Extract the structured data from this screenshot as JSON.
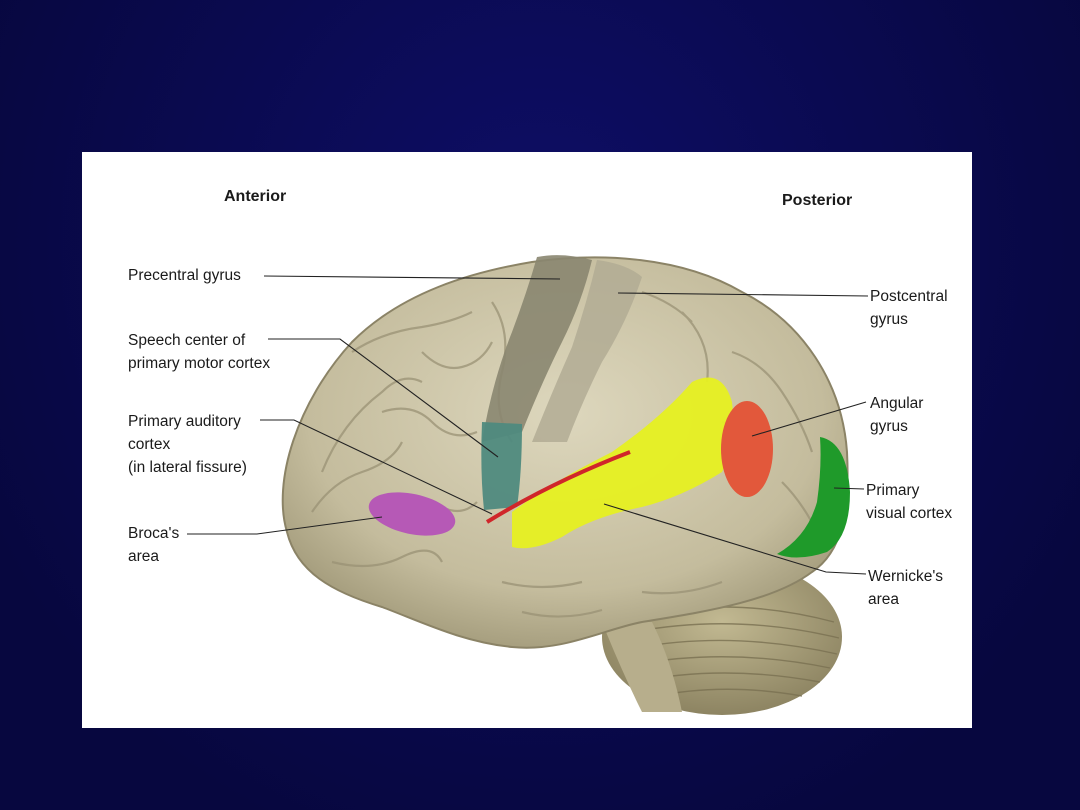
{
  "orientation": {
    "anterior": "Anterior",
    "posterior": "Posterior"
  },
  "labels": {
    "precentral_gyrus": "Precentral gyrus",
    "speech_center": "Speech center of\nprimary motor cortex",
    "primary_auditory_cortex": "Primary auditory\ncortex\n(in lateral fissure)",
    "brocas_area": "Broca's\narea",
    "postcentral_gyrus": "Postcentral\ngyrus",
    "angular_gyrus": "Angular\ngyrus",
    "primary_visual_cortex": "Primary\nvisual cortex",
    "wernickes_area": "Wernicke's\narea"
  },
  "colors": {
    "slide_background": "#0a0a55",
    "brain_base": "#c9c2a6",
    "precentral": "#8a8670",
    "speech_center": "#4f8a7e",
    "auditory": "#d0262a",
    "broca": "#b659b6",
    "wernicke": "#e6f021",
    "angular": "#e2583b",
    "visual": "#1f9a2a"
  }
}
